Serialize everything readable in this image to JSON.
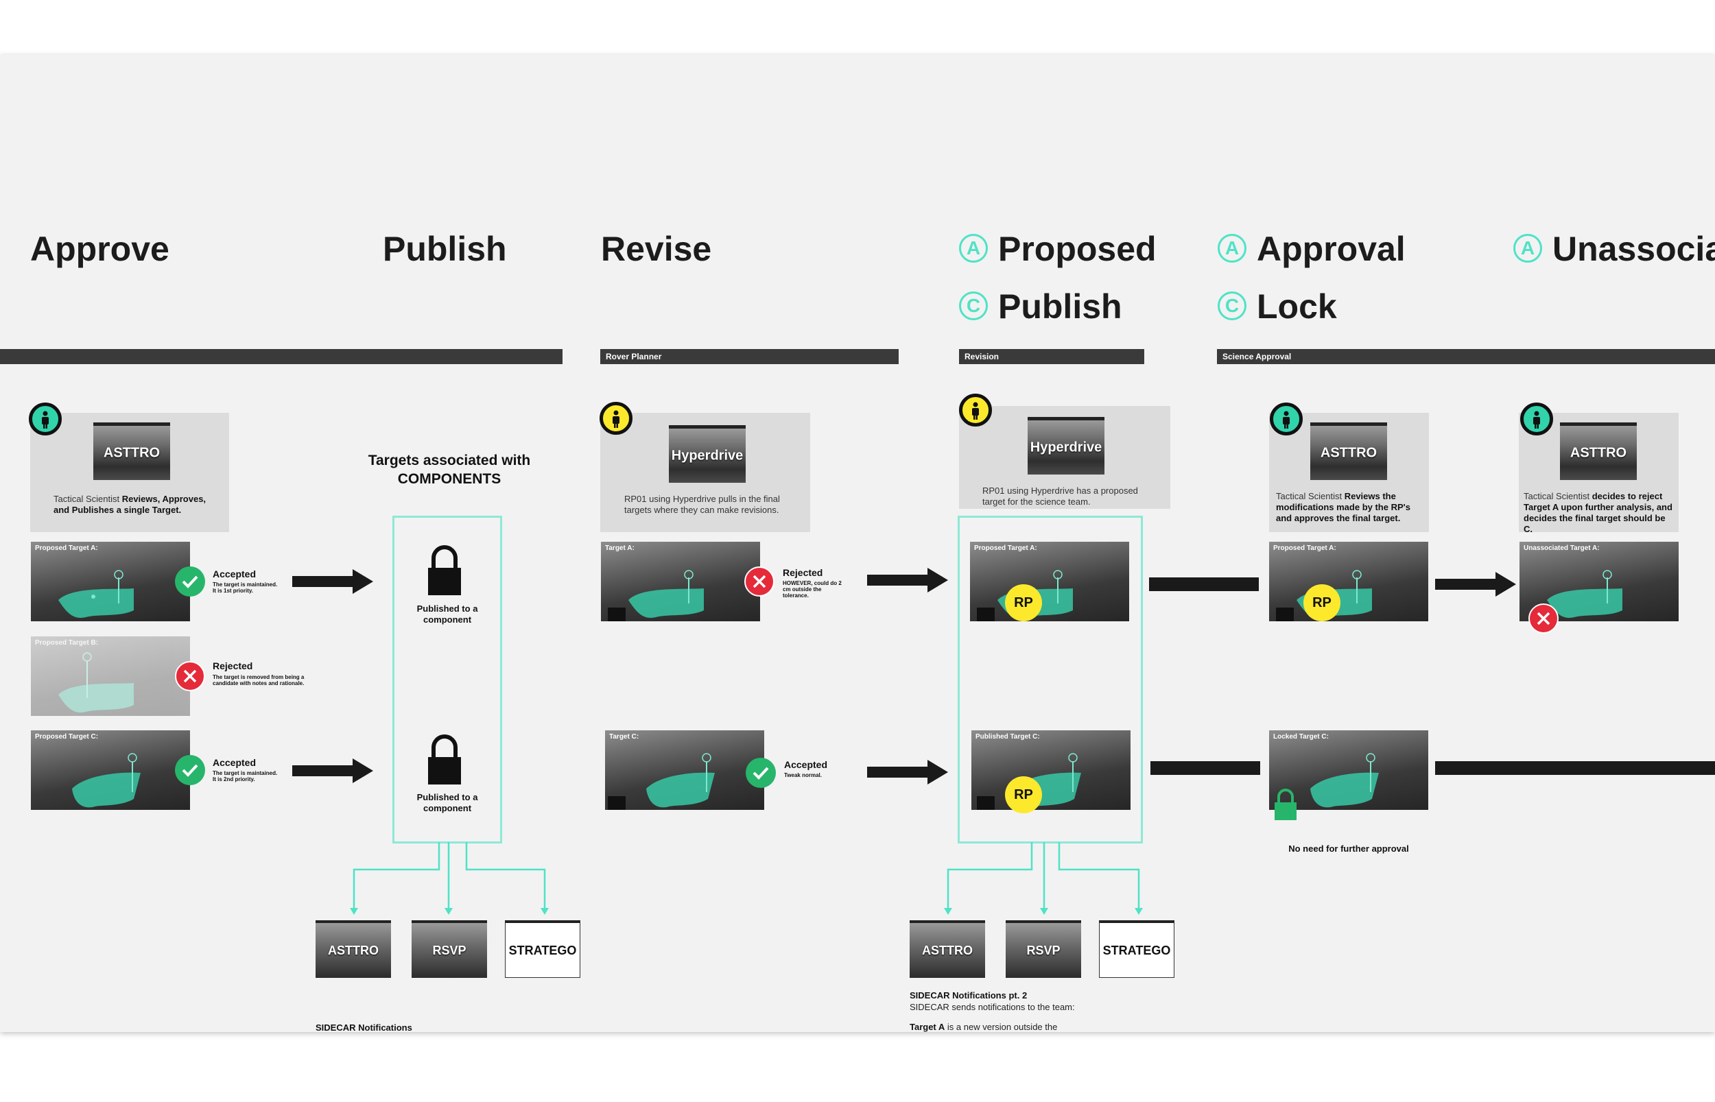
{
  "headings": {
    "approve": "Approve",
    "publish": "Publish",
    "revise": "Revise",
    "proposed": "Proposed",
    "publish2": "Publish",
    "approval": "Approval",
    "lock": "Lock",
    "unassociated": "Unassociat"
  },
  "badges": {
    "a": "A",
    "c": "C"
  },
  "bars": {
    "rover_planner": "Rover Planner",
    "revision": "Revision",
    "science_approval": "Science Approval"
  },
  "cards": {
    "approve": {
      "tool": "ASTTRO",
      "text_pre": "Tactical Scientist ",
      "text_bold": "Reviews, Approves, and Publishes a single Target."
    },
    "revise": {
      "tool": "Hyperdrive",
      "text": "RP01 using Hyperdrive pulls in the final targets where they can make revisions."
    },
    "proposed": {
      "tool": "Hyperdrive",
      "text": "RP01 using Hyperdrive has a proposed target for the science team."
    },
    "approval": {
      "tool": "ASTTRO",
      "text_pre": "Tactical Scientist ",
      "text_bold": "Reviews the modifications made by the RP's and approves the final target."
    },
    "unassociated": {
      "tool": "ASTTRO",
      "text_pre": "Tactical Scientist ",
      "text_bold": "decides to reject Target A upon further analysis, and decides the final target should be C."
    }
  },
  "targets": {
    "approve_a": "Proposed Target A:",
    "approve_b": "Proposed Target B:",
    "approve_c": "Proposed Target C:",
    "revise_a": "Target A:",
    "revise_c": "Target C:",
    "proposed_a": "Proposed Target A:",
    "proposed_c": "Published Target C:",
    "approval_a": "Proposed Target A:",
    "approval_c": "Locked Target C:",
    "unassoc_a": "Unassociated Target A:"
  },
  "statuses": {
    "accepted_a": {
      "title": "Accepted",
      "note": "The target is maintained. It is 1st priority."
    },
    "rejected_b": {
      "title": "Rejected",
      "note": "The target is removed from being a candidate with notes and rationale."
    },
    "accepted_c": {
      "title": "Accepted",
      "note": "The target is maintained. It is 2nd priority."
    },
    "revise_rejected": {
      "title": "Rejected",
      "note": "HOWEVER, could do 2 cm outside the tolerance."
    },
    "revise_accepted": {
      "title": "Accepted",
      "note": "Tweak normal."
    }
  },
  "publish": {
    "title": "Targets associated with COMPONENTS",
    "published_label": "Published to a component"
  },
  "rp_label": "RP",
  "components": [
    "ASTTRO",
    "RSVP",
    "STRATEGO"
  ],
  "sidecar": {
    "notifications": "SIDECAR Notifications",
    "pt2_title": "SIDECAR Notifications pt. 2",
    "pt2_sub": "SIDECAR sends notifications to the team:",
    "target_a_bold": "Target A",
    "target_a_rest": " is a new version outside the"
  },
  "no_further": "No need for further approval",
  "colors": {
    "teal": "#4fe3c6",
    "avatar_teal": "#31d3ab",
    "avatar_yellow": "#fde92c",
    "accept": "#27b56b",
    "reject": "#e52a3a",
    "bar": "#3a3a3a"
  }
}
